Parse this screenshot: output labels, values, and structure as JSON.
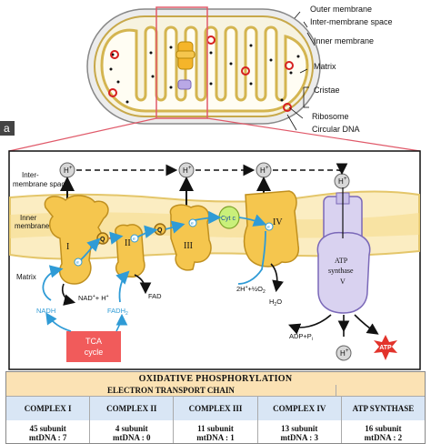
{
  "labels": {
    "outer_membrane": "Outer membrane",
    "inter_membrane": "Inter-membrane space",
    "inner_membrane": "Inner membrane",
    "matrix": "Matrix",
    "cristae": "Cristae",
    "ribosome": "Ribosome",
    "circular_dna": "Circular DNA"
  },
  "panel_letter": "a",
  "detail": {
    "inter_space_label_1": "Inter-",
    "inter_space_label_2": "membrane space",
    "inner_membrane_label_1": "Inner",
    "inner_membrane_label_2": "membrane",
    "matrix_label": "Matrix",
    "h_plus": "H",
    "h_sup": "+",
    "complex_i": "I",
    "complex_ii": "II",
    "complex_iii": "III",
    "complex_iv": "IV",
    "q": "Q",
    "cytc": "Cyt c",
    "atp_synthase_1": "ATP",
    "atp_synthase_2": "synthase",
    "atp_synthase_3": "V",
    "nad": "NAD",
    "nad_suffix": "+ H",
    "nadh": "NADH",
    "fad": "FAD",
    "fadh2": "FADH",
    "fadh2_sub": "2",
    "tca_1": "TCA",
    "tca_2": "cycle",
    "o2_reaction": "2H",
    "o2_reaction_mid": "+½O",
    "o2_reaction_sub": "2",
    "h2o": "H",
    "h2o_sub": "2",
    "h2o_tail": "O",
    "adp": "ADP+P",
    "adp_sub": "i",
    "atp": "ATP",
    "e": "e"
  },
  "table": {
    "title": "OXIDATIVE PHOSPHORYLATION",
    "etc_label": "ELECTRON TRANSPORT CHAIN",
    "headers": [
      "COMPLEX I",
      "COMPLEX II",
      "COMPLEX III",
      "COMPLEX IV",
      "ATP SYNTHASE"
    ],
    "subunits": [
      "45 subunit",
      "4 subunit",
      "11 subunit",
      "13 subunit",
      "16 subunit"
    ],
    "mtdna": [
      "mtDNA : 7",
      "mtDNA : 0",
      "mtDNA : 1",
      "mtDNA : 3",
      "mtDNA : 2"
    ]
  },
  "colors": {
    "membrane": "#e8cd6e",
    "membrane_dark": "#b89a3a",
    "complex_fill": "#f5c64e",
    "complex_stroke": "#c0901f",
    "atp_synthase": "#d9d2f0",
    "electron_arrow": "#2f9bd6",
    "tca_box": "#f15b5b",
    "atp_star": "#e2332b",
    "highlight_box": "#e05a6a",
    "cytc": "#c9f07a"
  }
}
